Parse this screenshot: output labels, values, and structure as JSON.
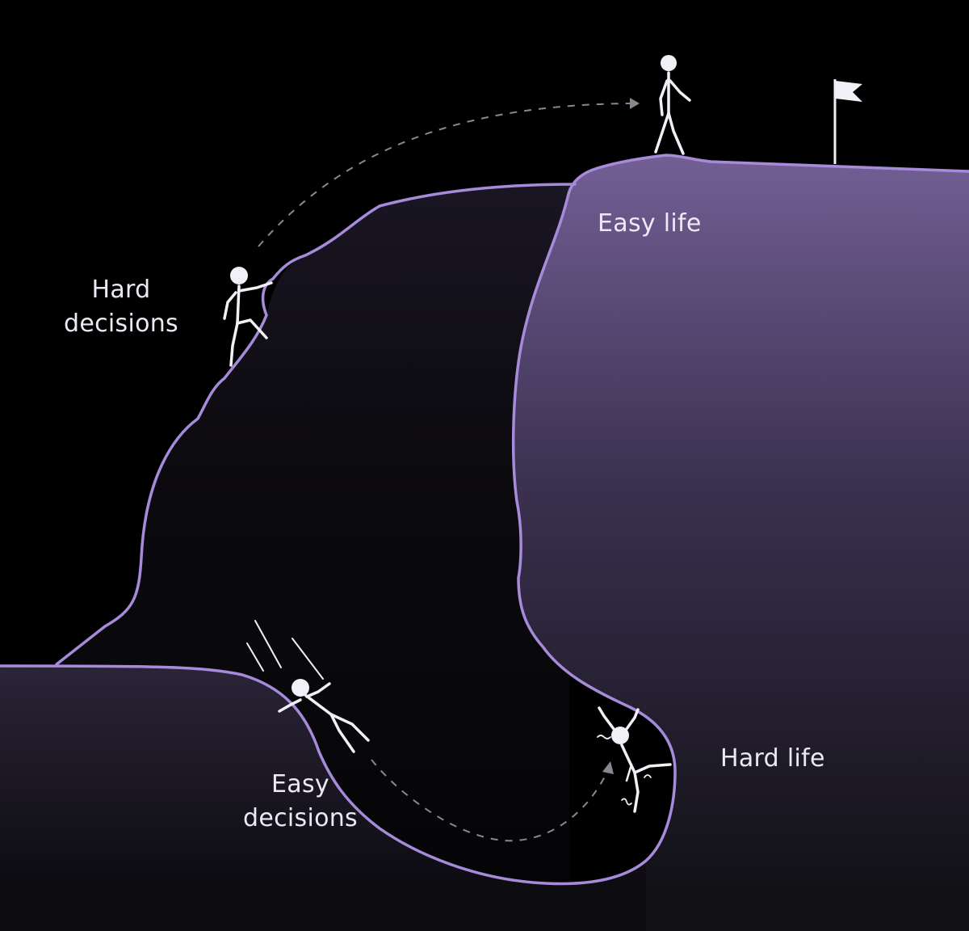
{
  "labels": {
    "hard_decisions": [
      "Hard",
      "decisions"
    ],
    "easy_life": "Easy life",
    "easy_decisions": [
      "Easy",
      "decisions"
    ],
    "hard_life": "Hard life"
  },
  "colors": {
    "background": "#000000",
    "outline": "#A78BDA",
    "hill_top": "#6E5A8E",
    "hill_bottom": "#141218",
    "figure": "#F2F0F7",
    "dashed": "#8A8794"
  },
  "icons": [
    "flag-icon",
    "stick-figure-walking",
    "stick-figure-climbing",
    "stick-figure-sliding",
    "stick-figure-hanging"
  ]
}
